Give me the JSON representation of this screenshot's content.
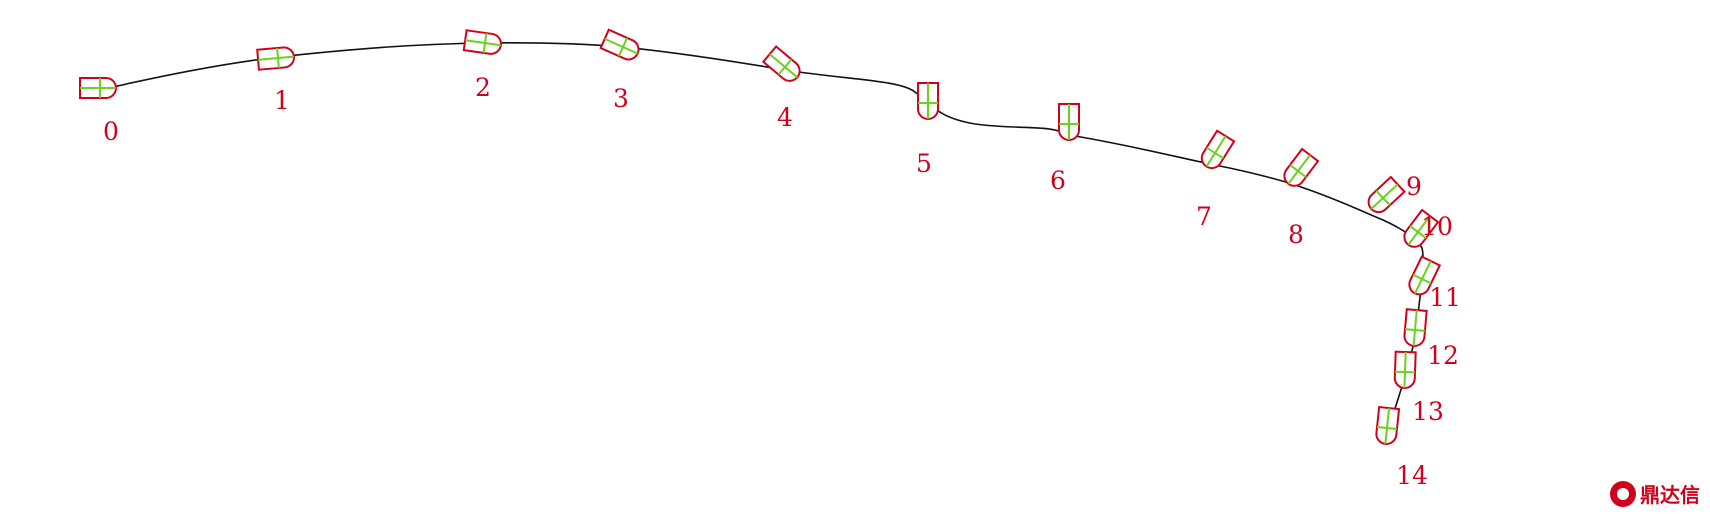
{
  "colors": {
    "trajectory": "#111111",
    "hull": "#d0021b",
    "axes": "#6bd11f",
    "label": "#d0021b",
    "watermark": "#d0021b"
  },
  "icons": {
    "vehicle": "bullet-hull-icon",
    "watermark": "brand-logo-icon"
  },
  "stations": [
    {
      "label": "0"
    },
    {
      "label": "1"
    },
    {
      "label": "2"
    },
    {
      "label": "3"
    },
    {
      "label": "4"
    },
    {
      "label": "5"
    },
    {
      "label": "6"
    },
    {
      "label": "7"
    },
    {
      "label": "8"
    },
    {
      "label": "9"
    },
    {
      "label": "10"
    },
    {
      "label": "11"
    },
    {
      "label": "12"
    },
    {
      "label": "13"
    },
    {
      "label": "14"
    }
  ],
  "watermark": {
    "text": "鼎达信"
  }
}
